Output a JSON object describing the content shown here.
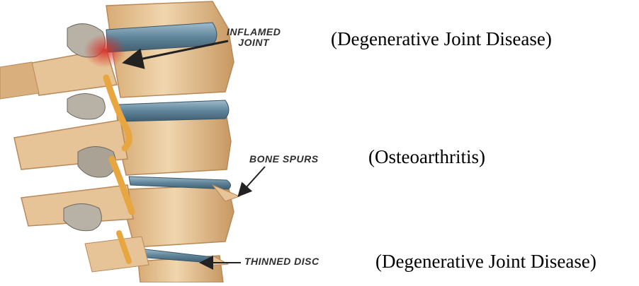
{
  "labels": {
    "inflamed_joint_line1": "INFLAMED",
    "inflamed_joint_line2": "JOINT",
    "bone_spurs": "BONE SPURS",
    "thinned_disc": "THINNED DISC"
  },
  "descriptions": {
    "inflamed_joint": "(Degenerative Joint Disease)",
    "bone_spurs": "(Osteoarthritis)",
    "thinned_disc": "(Degenerative Joint Disease)"
  },
  "colors": {
    "bone": "#e9caa0",
    "bone_shade": "#c99b66",
    "disc": "#6f93a8",
    "nerve": "#e8a640",
    "inflammation": "#d8322a",
    "arrow": "#222222"
  }
}
